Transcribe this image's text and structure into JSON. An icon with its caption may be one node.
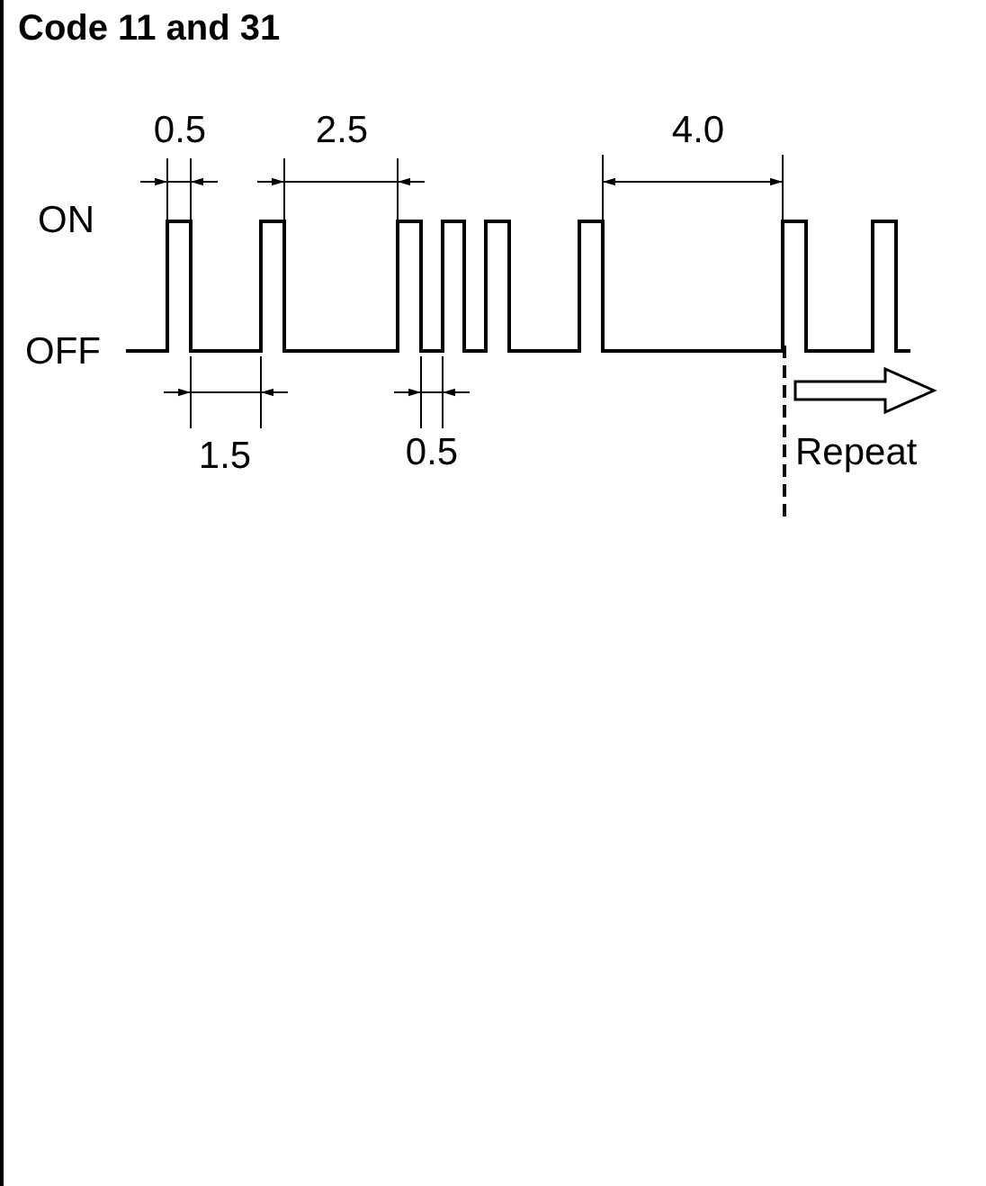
{
  "diagram": {
    "title": "Code 11 and 31",
    "labels": [
      "0.5",
      "2.5",
      "4.0",
      "ON",
      "OFF",
      "1.5",
      "0.5",
      "Repeat"
    ]
  }
}
